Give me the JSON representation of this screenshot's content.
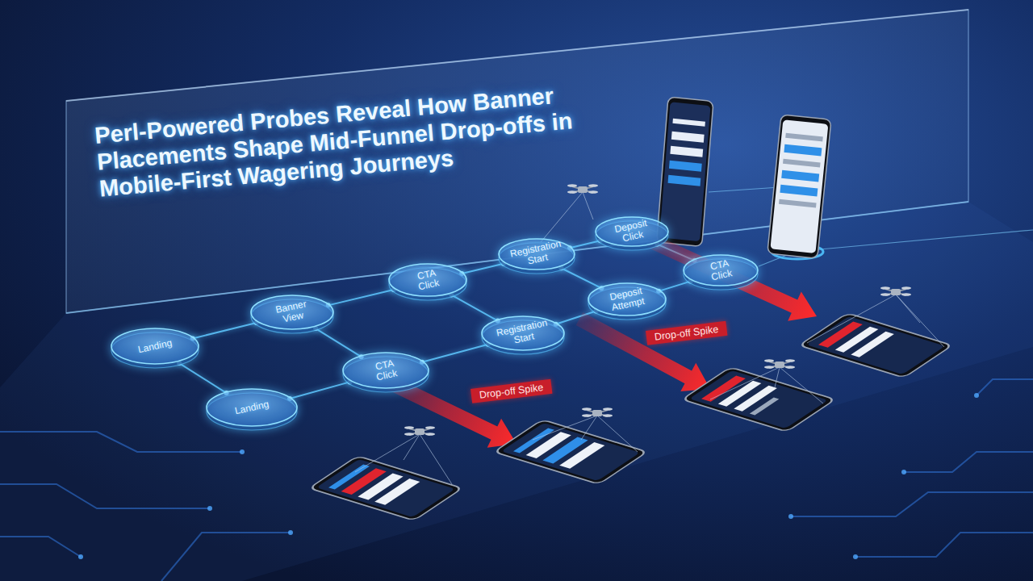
{
  "diagram": {
    "title": "Perl-Powered Probes Reveal How Banner Placements Shape Mid-Funnel Drop-offs in Mobile-First Wagering Journeys",
    "nodes": [
      {
        "text": [
          "Landing"
        ]
      },
      {
        "text": [
          "Banner View"
        ]
      },
      {
        "text": [
          "CTA Click"
        ]
      },
      {
        "text": [
          "Registration Start"
        ]
      },
      {
        "text": [
          "Deposit Click"
        ]
      },
      {
        "text": [
          "Landing"
        ]
      },
      {
        "text": [
          "CTA Click"
        ]
      },
      {
        "text": [
          "Registration Start"
        ]
      },
      {
        "text": [
          "Deposit Attempt"
        ]
      },
      {
        "text": [
          "CTA Click"
        ]
      }
    ],
    "edges": [
      {
        "from": 0,
        "to": 1,
        "arrow": "none"
      },
      {
        "from": 1,
        "to": 2,
        "arrow": "none"
      },
      {
        "from": 2,
        "to": 3,
        "arrow": "none"
      },
      {
        "from": 3,
        "to": 4,
        "arrow": "none"
      },
      {
        "from": 5,
        "to": 6,
        "arrow": "none"
      },
      {
        "from": 6,
        "to": 7,
        "arrow": "none"
      },
      {
        "from": 7,
        "to": 8,
        "arrow": "none"
      },
      {
        "from": 8,
        "to": 9,
        "arrow": "none"
      },
      {
        "from": 0,
        "to": 5,
        "arrow": "none"
      },
      {
        "from": 1,
        "to": 6,
        "arrow": "none"
      },
      {
        "from": 2,
        "to": 7,
        "arrow": "none"
      },
      {
        "from": 3,
        "to": 8,
        "arrow": "none"
      },
      {
        "from": 4,
        "to": 9,
        "arrow": "none"
      }
    ],
    "labels": [
      "Drop-off Spike",
      "Drop-off Spike"
    ]
  }
}
